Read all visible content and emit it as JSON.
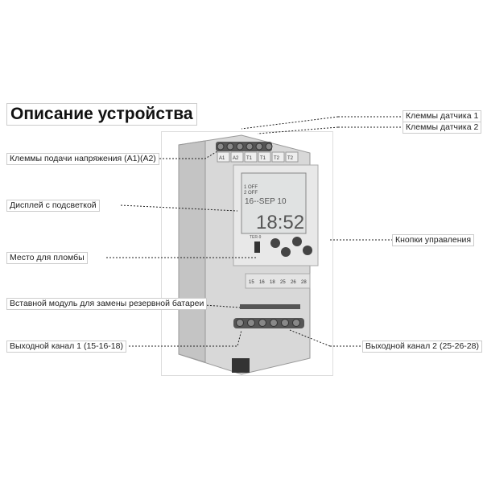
{
  "title": "Описание устройства",
  "labels": {
    "sensor_terminals_1": "Клеммы датчика  1",
    "sensor_terminals_2": "Клеммы датчика  2",
    "power_terminals": "Клеммы подачи напряжения (A1)(A2)",
    "backlit_display": "Дисплей с подсветкой",
    "control_buttons": "Кнопки управления",
    "seal_place": "Место для пломбы",
    "battery_module": "Вставной модуль для замены резервной батареи",
    "output_channel_1": "Выходной канал 1 (15-16-18)",
    "output_channel_2": "Выходной канал 2 (25-26-28)"
  },
  "device": {
    "top_terminals": [
      "A1",
      "A2",
      "T1",
      "T1",
      "T2",
      "T2"
    ],
    "bottom_terminals": [
      "15",
      "16",
      "18",
      "25",
      "26",
      "28"
    ],
    "display": {
      "line1": "1 OFF",
      "line2": "2 OFF",
      "date": "16--SEP 10",
      "time": "18:52"
    },
    "model": "TER-9"
  }
}
